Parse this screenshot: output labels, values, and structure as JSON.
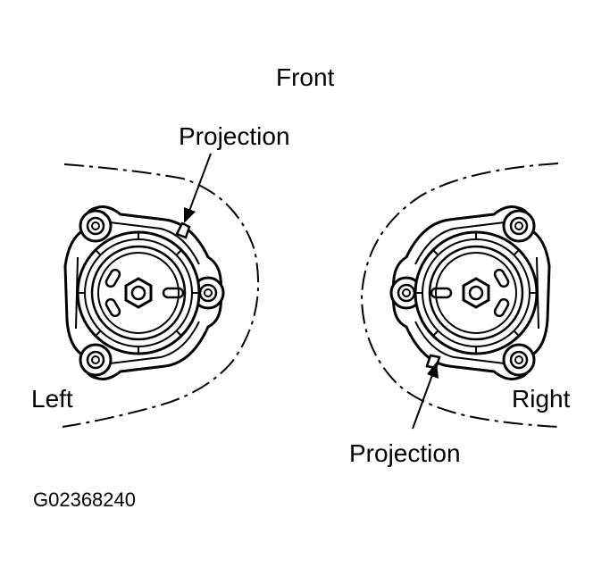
{
  "labels": {
    "front": "Front",
    "projection_left": "Projection",
    "projection_right": "Projection",
    "left": "Left",
    "right": "Right",
    "figure_code": "G02368240"
  },
  "colors": {
    "line": "#000000",
    "background": "#ffffff"
  }
}
